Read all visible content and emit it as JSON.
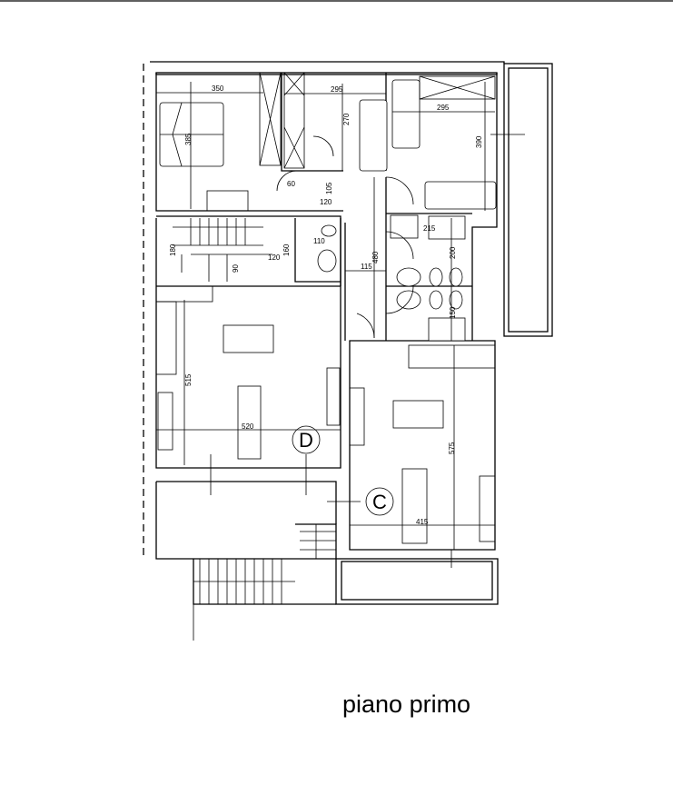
{
  "title": "piano primo",
  "units": {
    "D": "D",
    "C": "C"
  },
  "dimensions": {
    "bedroom1_width": "350",
    "bedroom1_depth": "385",
    "bedroom2_width": "295",
    "bedroom2_depth": "270",
    "bedroom3_width": "295",
    "bedroom3_depth": "390",
    "closet_depth": "60",
    "hall_width": "120",
    "hall_depth": "105",
    "wc_width": "110",
    "stair_depth": "180",
    "stair_landing": "120",
    "wc_depth": "160",
    "stair_step": "90",
    "corridor_width": "115",
    "corridor_length": "480",
    "bath1_width": "215",
    "bath_depth": "200",
    "bath2_dim": "150",
    "living_d_depth": "515",
    "living_d_width": "520",
    "living_c_depth": "575",
    "living_c_width": "415"
  }
}
